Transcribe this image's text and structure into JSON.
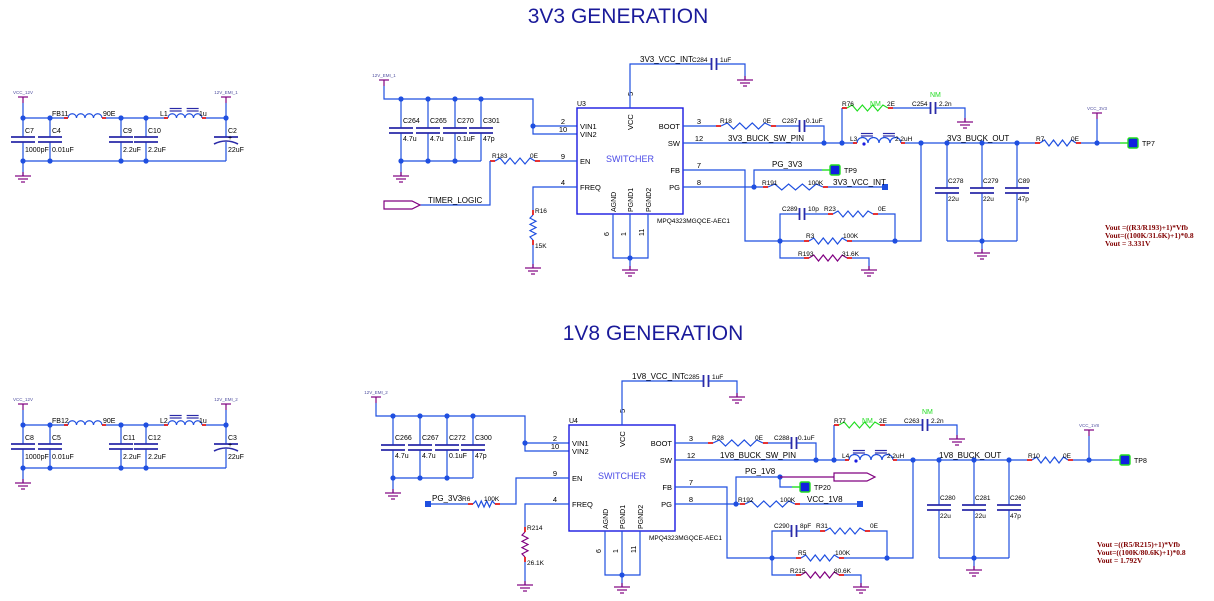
{
  "ic_pins": {
    "vin1": "VIN1",
    "vin2": "VIN2",
    "en": "EN",
    "freq": "FREQ",
    "boot": "BOOT",
    "sw": "SW",
    "fb": "FB",
    "pg": "PG",
    "vcc": "VCC",
    "agnd": "AGND",
    "pgnd1": "PGND1",
    "pgnd2": "PGND2",
    "n_vin1": "2",
    "n_vin2": "10",
    "n_en": "9",
    "n_freq": "4",
    "n_boot": "3",
    "n_sw": "12",
    "n_fb": "7",
    "n_pg": "8",
    "n_vcc": "5",
    "n_agnd": "6",
    "n_pgnd1": "1",
    "n_pgnd2": "11"
  },
  "colors": {
    "wire": "#1f4fe0",
    "title": "#1a1a9a",
    "formula": "#800000",
    "power_port": "#800080",
    "not_mounted": "#22dd22"
  },
  "sec1": {
    "title": "3V3 GENERATION",
    "filter": {
      "vcc": "VCC_12V",
      "emi": "12V_EMI_1",
      "fb": {
        "ref": "FB11",
        "value": "90E"
      },
      "l": {
        "ref": "L1",
        "value": "1u"
      },
      "caps": [
        {
          "ref": "C7",
          "value": "1000pF"
        },
        {
          "ref": "C4",
          "value": "0.01uF"
        },
        {
          "ref": "C9",
          "value": "2.2uF"
        },
        {
          "ref": "C10",
          "value": "2.2uF"
        },
        {
          "ref": "C2",
          "value": "22uF"
        }
      ],
      "plus": "+"
    },
    "input": {
      "emi": "12V_EMI_1",
      "caps": [
        {
          "ref": "C264",
          "value": "4.7u"
        },
        {
          "ref": "C265",
          "value": "4.7u"
        },
        {
          "ref": "C270",
          "value": "0.1uF"
        },
        {
          "ref": "C301",
          "value": "47p"
        }
      ]
    },
    "ic": {
      "ref": "U3",
      "name": "SWITCHER",
      "part": "MPQ4323MGQCE-AEC1"
    },
    "vcc_int": {
      "net": "3V3_VCC_INT",
      "ref": "C284",
      "value": "1uF"
    },
    "en": {
      "ref": "R183",
      "value": "0E",
      "port": "TIMER_LOGIC"
    },
    "freq": {
      "ref": "R16",
      "value": "15K"
    },
    "boot": {
      "r_ref": "R18",
      "r_value": "0E",
      "c_ref": "C287",
      "c_value": "0.1uF"
    },
    "sw_net": "3V3_BUCK_SW_PIN",
    "snubber": {
      "r_ref": "R76",
      "r_value": "2E",
      "r_nm": "NM",
      "c_ref": "C254",
      "c_value": "2.2n",
      "c_nm": "NM"
    },
    "inductor": {
      "ref": "L3",
      "value": "2.2uH"
    },
    "out_net": "3V3_BUCK_OUT",
    "out_caps": [
      {
        "ref": "C278",
        "value": "22u"
      },
      {
        "ref": "C279",
        "value": "22u"
      },
      {
        "ref": "C89",
        "value": "47p"
      }
    ],
    "out_r": {
      "ref": "R7",
      "value": "0E"
    },
    "vout_port": "VCC_3V3",
    "tp_out": "TP7",
    "pg": {
      "net": "PG_3V3",
      "tp": "TP9",
      "r_ref": "R191",
      "r_value": "100K",
      "pull": "3V3_VCC_INT"
    },
    "feedback": {
      "c_ref": "C289",
      "c_value": "10p",
      "r_ref": "R23",
      "r_value": "0E",
      "top_ref": "R3",
      "top_value": "100K",
      "bot_ref": "R193",
      "bot_value": "31.6K"
    },
    "formula": [
      "Vout =((R3/R193)+1)*Vfb",
      "Vout=((100K/31.6K)+1)*0.8",
      "Vout = 3.331V"
    ]
  },
  "sec2": {
    "title": "1V8 GENERATION",
    "filter": {
      "vcc": "VCC_12V",
      "emi": "12V_EMI_2",
      "fb": {
        "ref": "FB12",
        "value": "90E"
      },
      "l": {
        "ref": "L2",
        "value": "1u"
      },
      "caps": [
        {
          "ref": "C8",
          "value": "1000pF"
        },
        {
          "ref": "C5",
          "value": "0.01uF"
        },
        {
          "ref": "C11",
          "value": "2.2uF"
        },
        {
          "ref": "C12",
          "value": "2.2uF"
        },
        {
          "ref": "C3",
          "value": "22uF"
        }
      ],
      "plus": "+"
    },
    "input": {
      "emi": "12V_EMI_2",
      "caps": [
        {
          "ref": "C266",
          "value": "4.7u"
        },
        {
          "ref": "C267",
          "value": "4.7u"
        },
        {
          "ref": "C272",
          "value": "0.1uF"
        },
        {
          "ref": "C300",
          "value": "47p"
        }
      ]
    },
    "ic": {
      "ref": "U4",
      "name": "SWITCHER",
      "part": "MPQ4323MGQCE-AEC1"
    },
    "vcc_int": {
      "net": "1V8_VCC_INT",
      "ref": "C285",
      "value": "1uF"
    },
    "en": {
      "ref": "R6",
      "value": "100K",
      "port": "PG_3V3"
    },
    "freq": {
      "ref": "R214",
      "value": "26.1K"
    },
    "boot": {
      "r_ref": "R28",
      "r_value": "0E",
      "c_ref": "C288",
      "c_value": "0.1uF"
    },
    "sw_net": "1V8_BUCK_SW_PIN",
    "snubber": {
      "r_ref": "R77",
      "r_value": "2E",
      "r_nm": "NM",
      "c_ref": "C263",
      "c_value": "2.2n",
      "c_nm": "NM"
    },
    "inductor": {
      "ref": "L4",
      "value": "2.2uH"
    },
    "out_net": "1V8_BUCK_OUT",
    "out_caps": [
      {
        "ref": "C280",
        "value": "22u"
      },
      {
        "ref": "C281",
        "value": "22u"
      },
      {
        "ref": "C260",
        "value": "47p"
      }
    ],
    "out_r": {
      "ref": "R10",
      "value": "0E"
    },
    "vout_port": "VCC_1V8",
    "tp_out": "TP8",
    "pg": {
      "net": "PG_1V8",
      "tp": "TP20",
      "r_ref": "R192",
      "r_value": "100K",
      "pull": "VCC_1V8"
    },
    "feedback": {
      "c_ref": "C290",
      "c_value": "8pF",
      "r_ref": "R31",
      "r_value": "0E",
      "top_ref": "R5",
      "top_value": "100K",
      "bot_ref": "R215",
      "bot_value": "80.6K"
    },
    "formula": [
      "Vout =((R5/R215)+1)*Vfb",
      "Vout=((100K/80.6K)+1)*0.8",
      "Vout = 1.792V"
    ]
  }
}
